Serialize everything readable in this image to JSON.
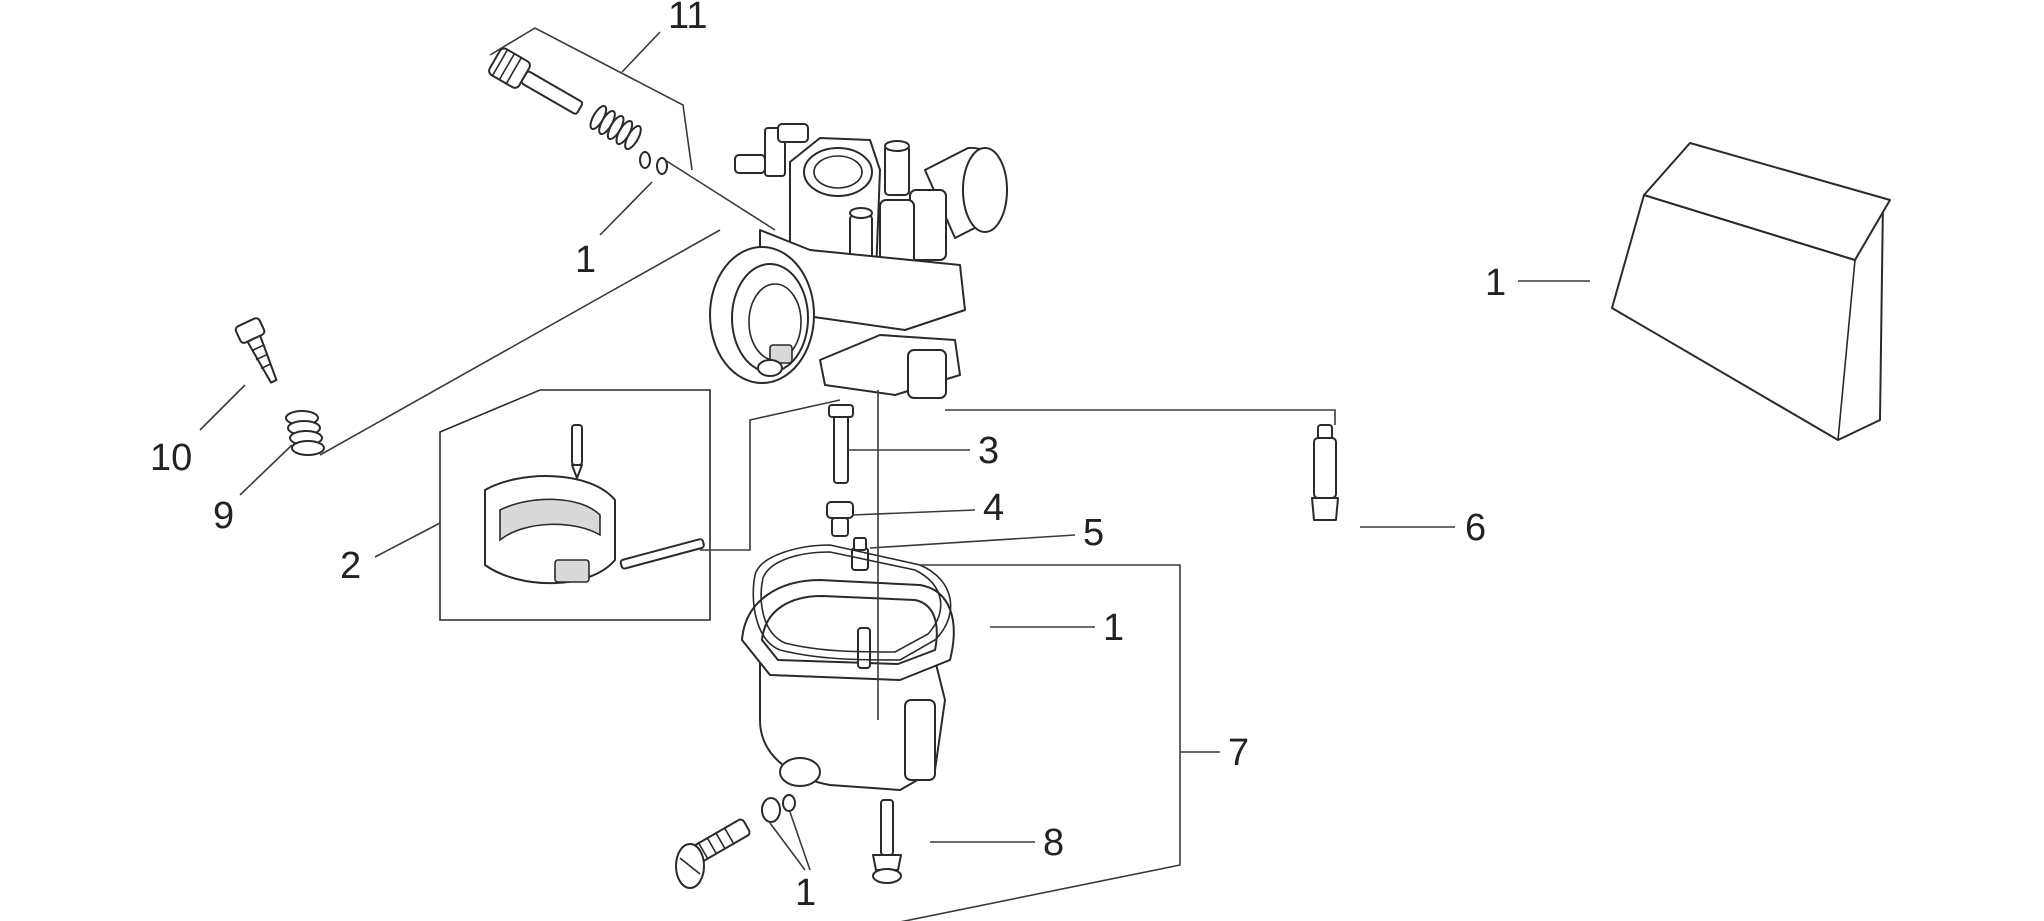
{
  "diagram": {
    "labels": {
      "p11": "11",
      "p1_top": "1",
      "p10": "10",
      "p9": "9",
      "p2": "2",
      "p3": "3",
      "p4": "4",
      "p5": "5",
      "p6": "6",
      "p1_bowl": "1",
      "p7": "7",
      "p8": "8",
      "p1_bottom": "1",
      "p1_kit": "1"
    }
  }
}
